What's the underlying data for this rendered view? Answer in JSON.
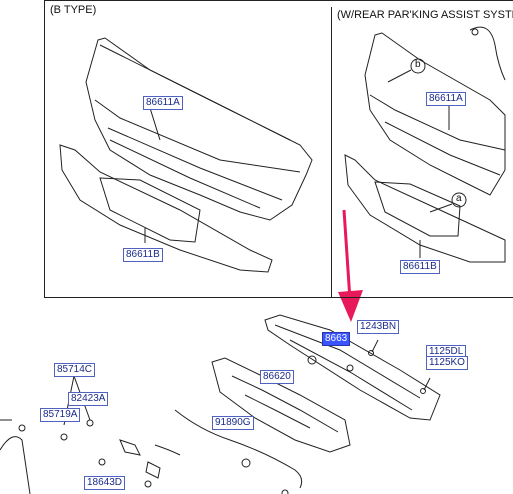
{
  "panel_left": {
    "caption": "(B TYPE)"
  },
  "panel_right": {
    "caption": "(W/REAR PAR'KING ASSIST SYSTE"
  },
  "callouts": {
    "a": "a",
    "b": "b"
  },
  "part_labels": {
    "p86611A_left": "86611A",
    "p86611B_left": "86611B",
    "p86611A_right": "86611A",
    "p86611B_right": "86611B",
    "p86630": "8663",
    "p1243BN": "1243BN",
    "p1125DL": "1125DL",
    "p1125KO": "1125KO",
    "p86620": "86620",
    "p85714C": "85714C",
    "p82423A": "82423A",
    "p85719A": "85719A",
    "p91890G": "91890G",
    "p18643D": "18643D"
  },
  "colors": {
    "arrow": "#e8195a",
    "label_text": "#1a2a8a",
    "label_border": "#4f62c0",
    "highlight": "#3a55ff"
  }
}
